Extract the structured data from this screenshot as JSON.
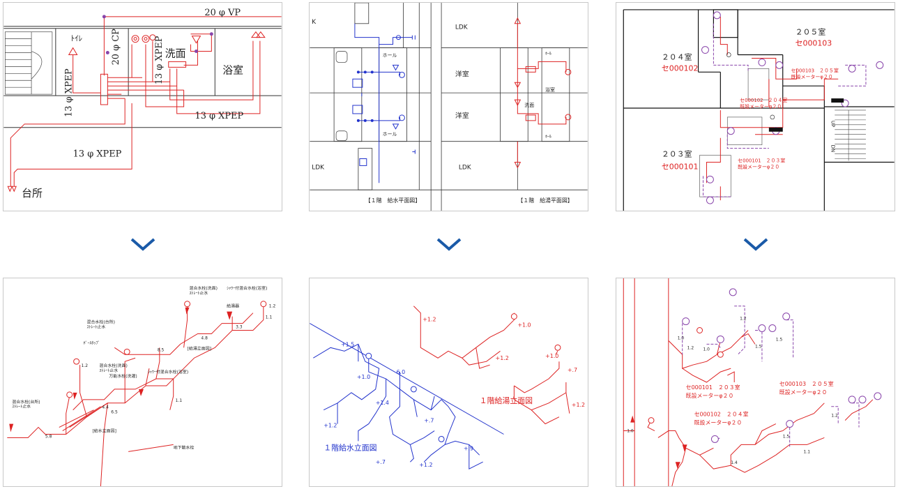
{
  "panel1": {
    "labels": {
      "vp": "20 φ VP",
      "cp": "20 φ CP",
      "toilet": "ﾄｲﾚ",
      "xpep13a": "13 φ XPEP",
      "xpep13b": "13 φ XPEP",
      "xpep13c": "13 φ XPEP",
      "xpep13d": "13 φ XPEP",
      "senmen": "洗面",
      "yokushitsu": "浴室",
      "daidokoro": "台所"
    }
  },
  "panel2": {
    "labels": {
      "k": "K",
      "ldk_top": "LDK",
      "ldk_left": "LDK",
      "ldk_right": "LDK",
      "hall1": "ホール",
      "hall2": "ホール",
      "yoshitsu1": "洋室",
      "yoshitsu2": "洋室",
      "senmen": "洗面",
      "yokushitsu": "浴室",
      "hall3": "ﾎｰﾙ",
      "hall4": "ﾎｰﾙ",
      "caption_left": "【１階　給水平面図】",
      "caption_right": "【１階　給湯平面図】"
    }
  },
  "panel3": {
    "labels": {
      "room205": "２０５室",
      "id205": "セ000103",
      "room204": "２０４室",
      "id204": "セ000102",
      "room203": "２０３室",
      "id203": "セ000101",
      "note205": "セ000103　２０５室",
      "note205b": "既設メーターφ２０",
      "note204": "セ000102　２０４室",
      "note204b": "既設メーターφ２０",
      "note203": "セ000101　２０３室",
      "note203b": "既設メーターφ２０",
      "up": "UP",
      "dn": "DN"
    }
  },
  "panel4": {
    "labels": {
      "mix_senmen": "混合水栓(洗面)",
      "mix_senmen_sub": "ｽﾄﾚｰﾄ止水",
      "shower_mix": "ｼｬﾜｰ付混合水栓(浴室)",
      "kyutoki": "給湯器",
      "mix_daidokoro": "混合水栓(台所)",
      "mix_daidokoro_sub": "ｽﾄﾚｰﾄ止水",
      "ball_tap": "ﾎﾞｰﾙﾀｯﾌﾟ",
      "mix_senmen2": "混合水栓(洗面)",
      "mix_senmen2_sub": "ｽﾄﾚｰﾄ止水",
      "manryo": "万能水栓(洗濯)",
      "shower_mix2": "ｼｬﾜｰ付混合水栓(浴室)",
      "mix_daidokoro2": "混合水栓(台所)",
      "mix_daidokoro2_sub": "ｽﾄﾚｰﾄ止水",
      "kyuto_caption": "[給湯立面図]",
      "kyusui_caption": "[給水立面図]",
      "chika": "地下散水栓",
      "d1": "1.2",
      "d2": "1.1",
      "d3": "8.5",
      "d4": "4.8",
      "d5": "3.3",
      "d6": "1.2",
      "d7": "6.5",
      "d8": "5.8",
      "d9": "4.4",
      "d10": "1.1"
    }
  },
  "panel5": {
    "labels": {
      "kyuto": "１階給湯立面図",
      "kyusui": "１階給水立面図",
      "d1": "+1.2",
      "d2": "+1.0",
      "d3": "+1.2",
      "d4": "+1.0",
      "d5": "+.7",
      "d6": "+1.2",
      "d7": "+1.5",
      "d8": "+1.0",
      "d9": "+1.4",
      "d10": "+.7",
      "d11": "+1.2",
      "d12": "+.9",
      "d13": "+.7",
      "d14": "+1.2",
      "d15": "6.0"
    }
  },
  "panel6": {
    "labels": {
      "note203": "セ000101　２０３室",
      "note203b": "既設メーターφ２０",
      "note204": "セ000102　２０４室",
      "note204b": "既設メーターφ２０",
      "note205": "セ000103　２０５室",
      "note205b": "既設メーターφ２０",
      "d1": "1.2",
      "d2": "1.0",
      "d3": "1.5",
      "d4": "1.2",
      "d5": "1.0",
      "d6": "1.5",
      "d7": "1.2",
      "d8": "1.0",
      "d9": "1.5",
      "d10": "1.4",
      "d11": "1.1"
    }
  },
  "colors": {
    "supply_blue": "#2233cc",
    "hot_red": "#dd2222",
    "purple": "#8844aa",
    "chevron_blue": "#1a5aa8"
  }
}
